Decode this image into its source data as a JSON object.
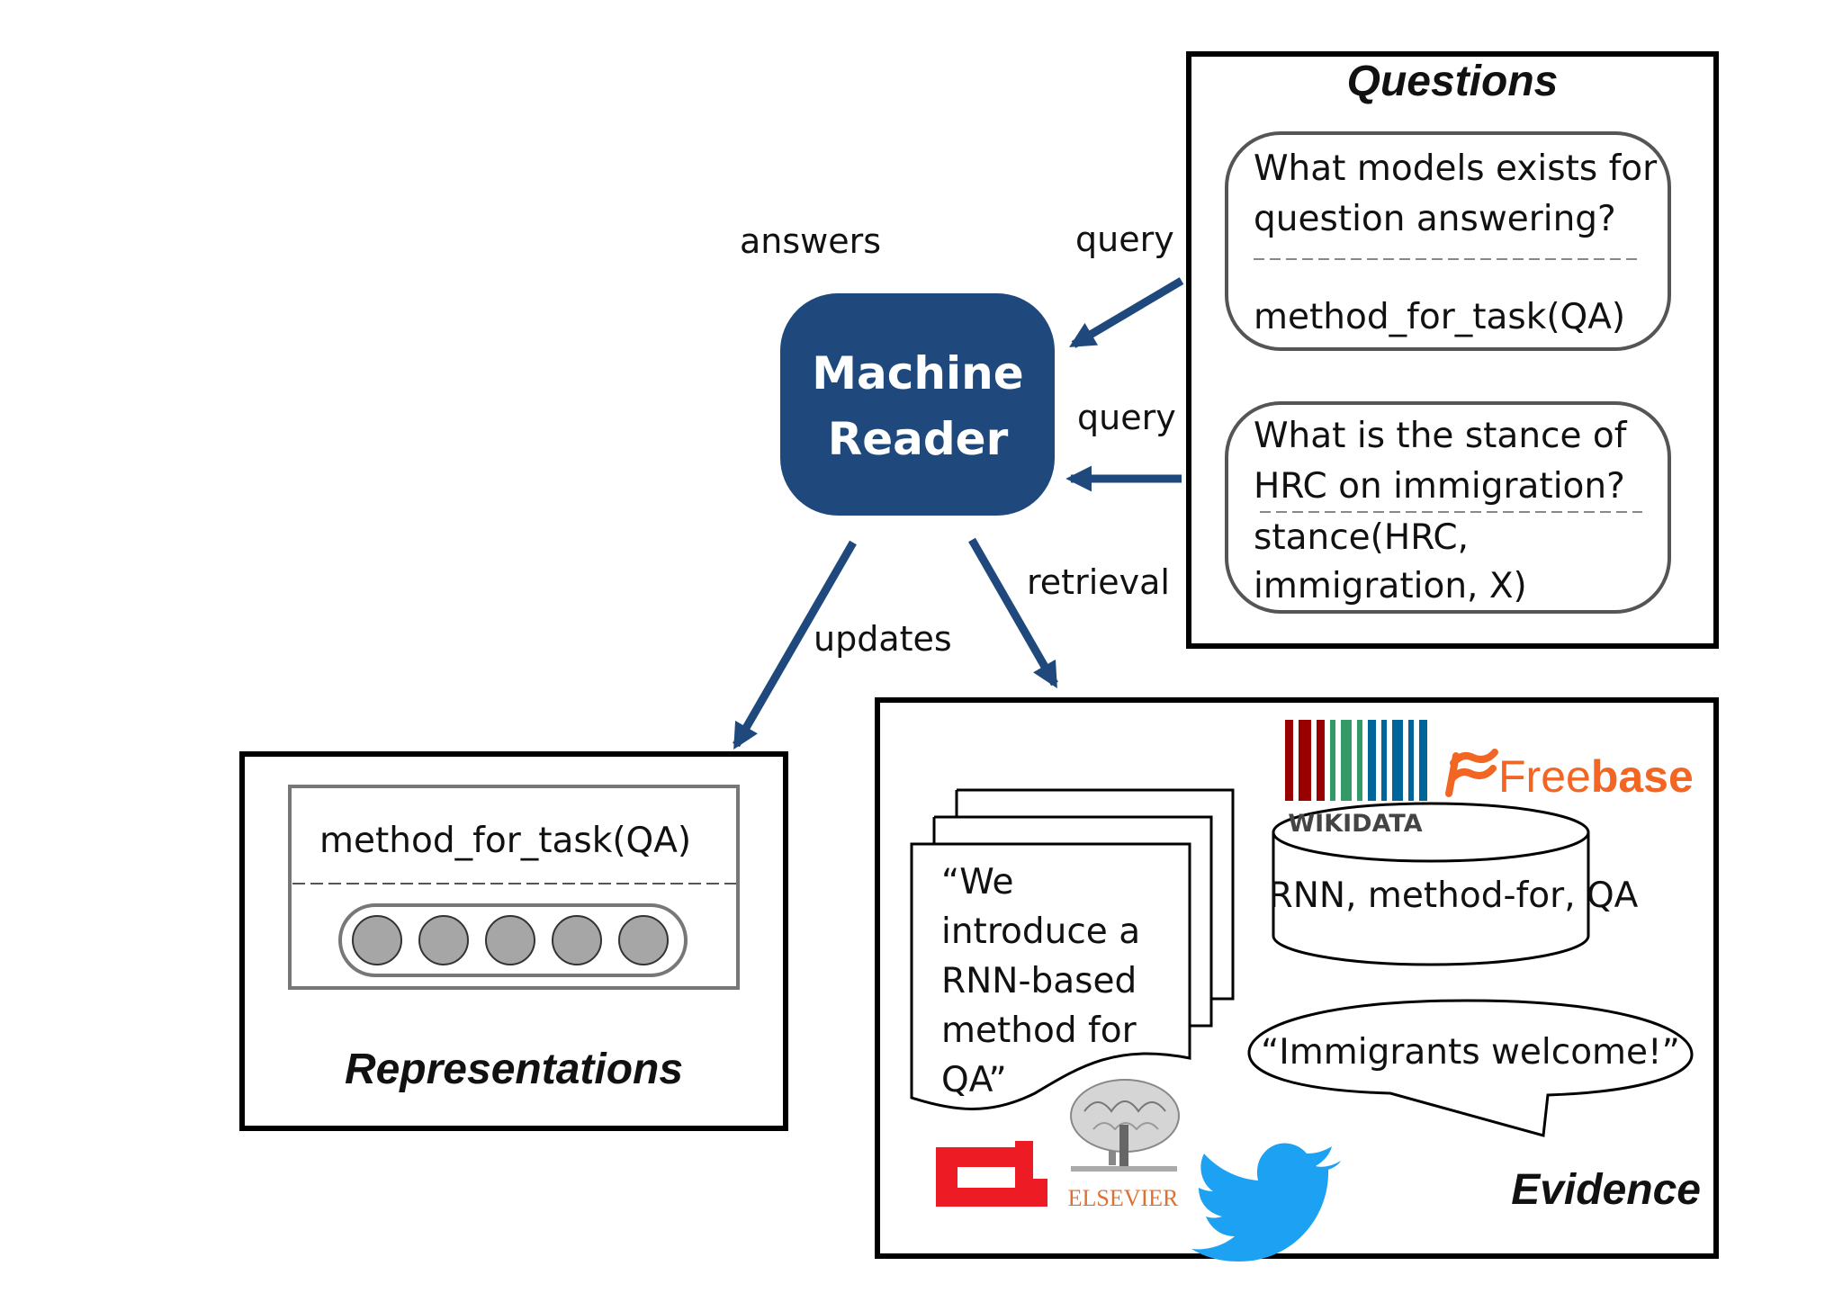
{
  "labels": {
    "answers": "answers",
    "query_top": "query",
    "query_bottom": "query",
    "updates": "updates",
    "retrieval": "retrieval"
  },
  "machine_reader": {
    "line1": "Machine",
    "line2": "Reader",
    "color": "#1f497d"
  },
  "questions": {
    "title": "Questions",
    "q1": {
      "lines": [
        "What models exists for",
        "question answering?"
      ],
      "logical_form": "method_for_task(QA)"
    },
    "q2": {
      "lines": [
        "What is the stance of",
        "HRC on immigration?"
      ],
      "logical_form_lines": [
        "stance(HRC,",
        "immigration, X)"
      ]
    }
  },
  "representations": {
    "title": "Representations",
    "logical_form": "method_for_task(QA)",
    "vector_cells": 5
  },
  "evidence": {
    "title": "Evidence",
    "document_lines": [
      "“We",
      "introduce a",
      "RNN-based",
      "method for",
      "QA”"
    ],
    "kb_triple": "RNN, method-for, QA",
    "tweet": "“Immigrants welcome!”",
    "wikidata_label": "WIKIDATA",
    "freebase_label_1": "Free",
    "freebase_label_2": "base",
    "elsevier_label": "ELSEVIER"
  },
  "colors": {
    "arrow": "#1f497d",
    "cell_fill": "#a6a6a6",
    "twitter": "#1da1f2",
    "freebase_orange": "#f26522",
    "acl_red": "#ed1c24"
  }
}
